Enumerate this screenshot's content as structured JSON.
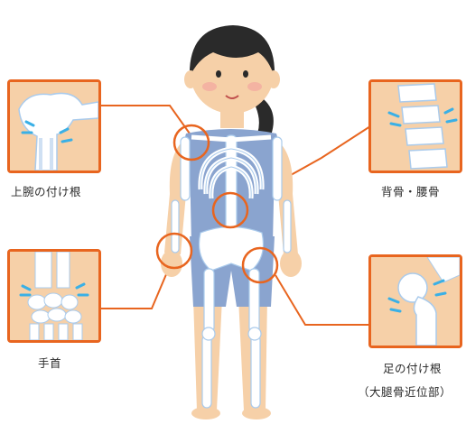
{
  "labels": {
    "upper_arm_root": "上腕の付け根",
    "wrist": "手首",
    "spine_lower_back": "背骨・腰骨",
    "hip_root": "足の付け根",
    "femur_proximal": "（大腿骨近位部）"
  },
  "colors": {
    "accent": "#e8651f",
    "bone": "#ffffff",
    "bone_shade": "#aacbec",
    "skin": "#f6d0a8",
    "clothes": "#8aa4cf",
    "hair": "#2a2a2a",
    "pain_mark": "#3ab0e6"
  },
  "icons": {
    "pain_marks": "pain-dash-icon"
  }
}
